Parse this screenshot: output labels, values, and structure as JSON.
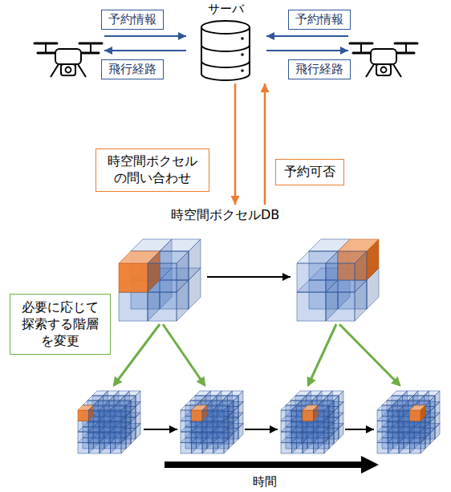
{
  "diagram": {
    "nodes": [
      {
        "text": [
          "サーバ"
        ]
      },
      {
        "text": [
          "予約情報"
        ]
      },
      {
        "text": [
          "飛行経路"
        ]
      },
      {
        "text": [
          "予約情報"
        ]
      },
      {
        "text": [
          "飛行経路"
        ]
      },
      {
        "text": [
          "時空間ボクセルの問い合わせ"
        ]
      },
      {
        "text": [
          "予約可否"
        ]
      },
      {
        "text": [
          "時空間ボクセルDB"
        ]
      },
      {
        "text": [
          "必要に応じて探索する階層を変更"
        ]
      }
    ],
    "edges": [
      {
        "from": 0,
        "to": 7,
        "arrow": "to"
      },
      {
        "from": 7,
        "to": 0,
        "arrow": "to"
      }
    ],
    "labels": [
      "時間"
    ]
  }
}
